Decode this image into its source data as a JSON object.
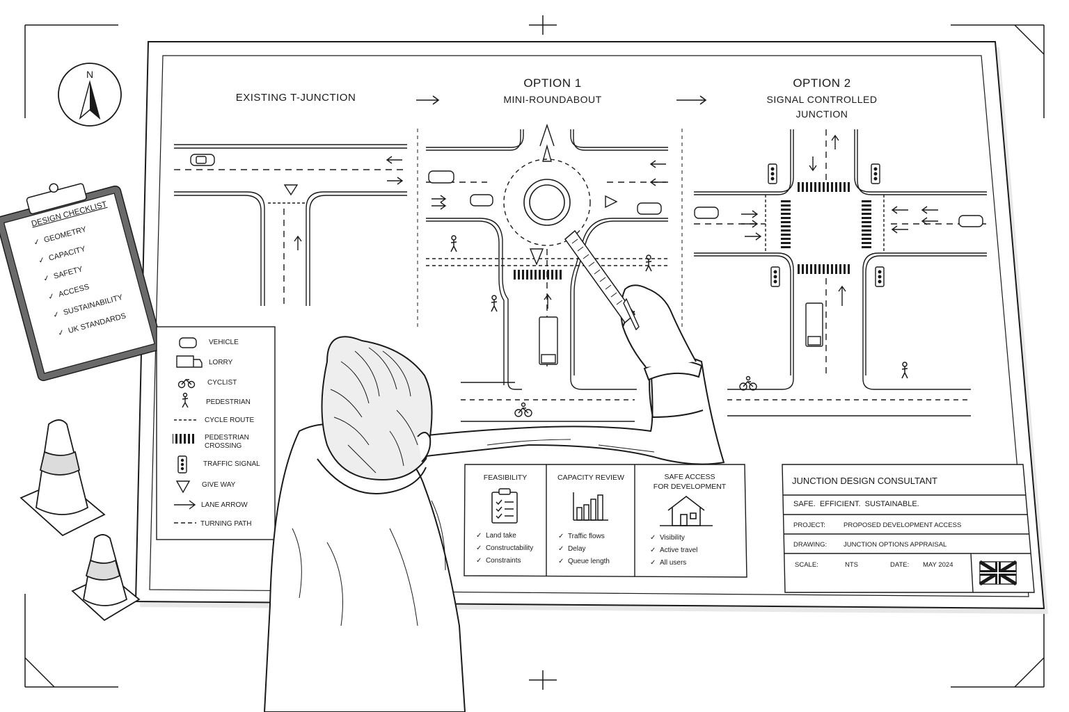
{
  "compass": {
    "north_label": "N"
  },
  "headings": {
    "existing": "EXISTING T-JUNCTION",
    "option1_title": "OPTION 1",
    "option1_sub": "MINI-ROUNDABOUT",
    "option2_title": "OPTION 2",
    "option2_sub_line1": "SIGNAL CONTROLLED",
    "option2_sub_line2": "JUNCTION"
  },
  "checklist": {
    "title": "DESIGN CHECKLIST",
    "items": [
      "GEOMETRY",
      "CAPACITY",
      "SAFETY",
      "ACCESS",
      "SUSTAINABILITY",
      "UK STANDARDS"
    ],
    "mark": "✓"
  },
  "legend": [
    {
      "icon": "vehicle-icon",
      "label": "VEHICLE"
    },
    {
      "icon": "lorry-icon",
      "label": "LORRY"
    },
    {
      "icon": "cyclist-icon",
      "label": "CYCLIST"
    },
    {
      "icon": "pedestrian-icon",
      "label": "PEDESTRIAN"
    },
    {
      "icon": "cycle-route-icon",
      "label": "CYCLE ROUTE"
    },
    {
      "icon": "pedestrian-crossing-icon",
      "label": "PEDESTRIAN",
      "label2": "CROSSING"
    },
    {
      "icon": "traffic-signal-icon",
      "label": "TRAFFIC SIGNAL"
    },
    {
      "icon": "give-way-icon",
      "label": "GIVE WAY"
    },
    {
      "icon": "lane-arrow-icon",
      "label": "LANE ARROW"
    },
    {
      "icon": "turning-path-icon",
      "label": "TURNING PATH"
    }
  ],
  "panels": [
    {
      "title": "FEASIBILITY",
      "icon": "clipboard-icon",
      "items": [
        "Land take",
        "Constructability",
        "Constraints"
      ]
    },
    {
      "title": "CAPACITY REVIEW",
      "icon": "bar-chart-icon",
      "items": [
        "Traffic flows",
        "Delay",
        "Queue length"
      ]
    },
    {
      "title": "SAFE ACCESS",
      "title2": "FOR DEVELOPMENT",
      "icon": "house-icon",
      "items": [
        "Visibility",
        "Active travel",
        "All users"
      ]
    }
  ],
  "title_block": {
    "company": "JUNCTION DESIGN CONSULTANT",
    "tagline": "SAFE.  EFFICIENT.  SUSTAINABLE.",
    "project_label": "PROJECT:",
    "project_value": "PROPOSED DEVELOPMENT ACCESS",
    "drawing_label": "DRAWING:",
    "drawing_value": "JUNCTION OPTIONS APPRAISAL",
    "scale_label": "SCALE:",
    "scale_value": "NTS",
    "date_label": "DATE:",
    "date_value": "MAY 2024",
    "flag_icon": "uk-flag-icon"
  },
  "colors": {
    "ink": "#1a1a1a",
    "paper": "#ffffff",
    "shade": "#e6e6e6"
  }
}
